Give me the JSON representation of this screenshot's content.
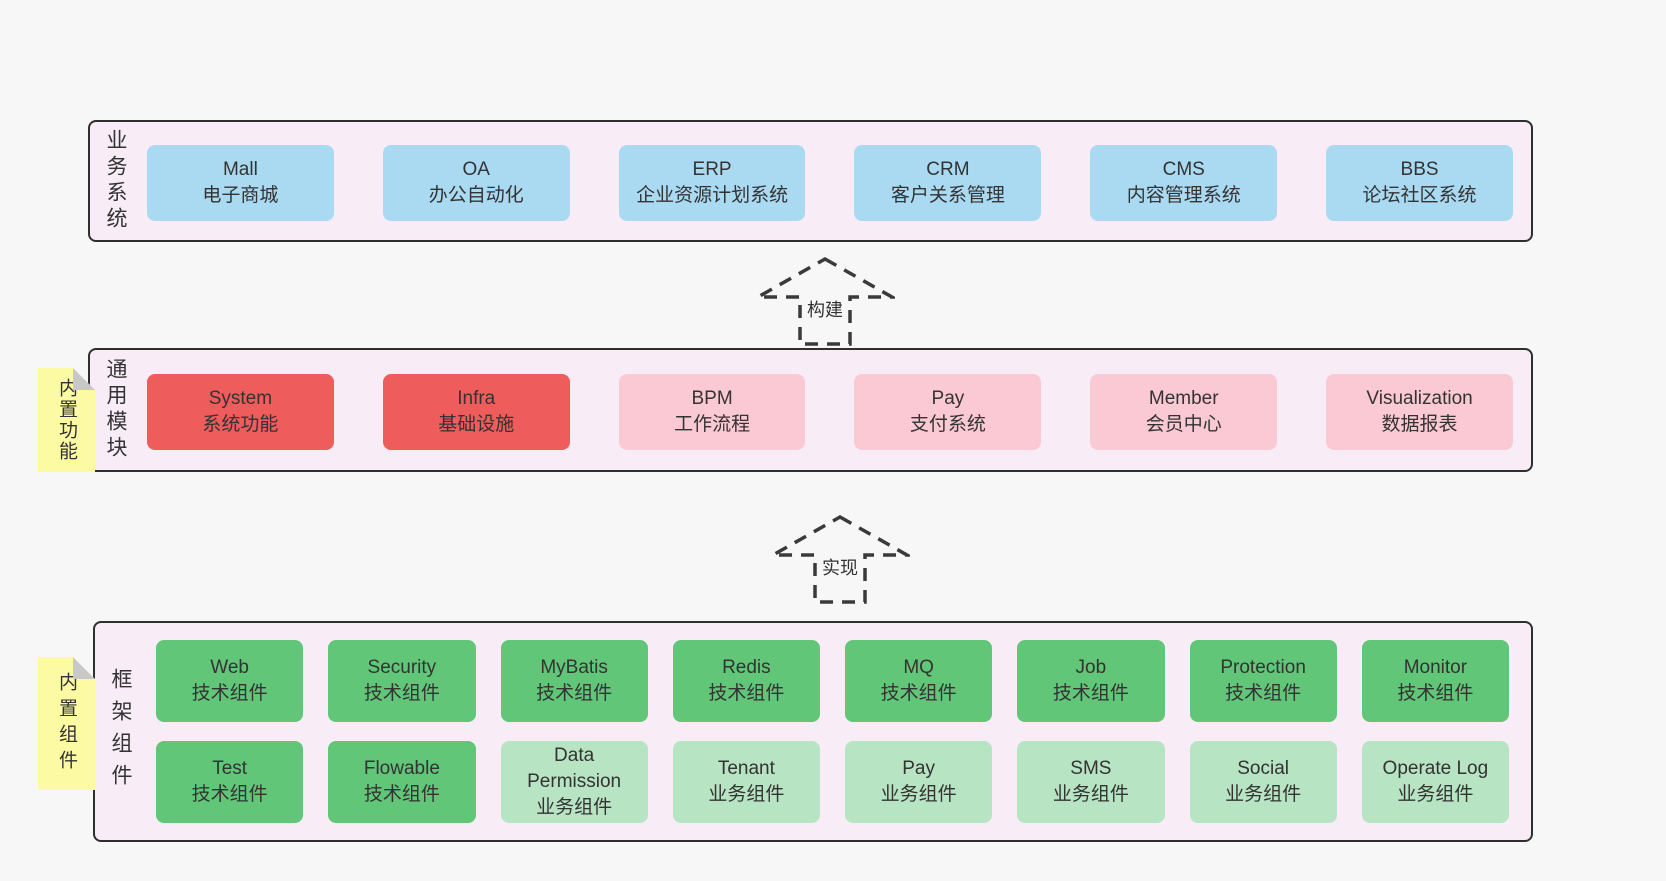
{
  "layers": [
    {
      "label": "业务系统",
      "boxes": [
        {
          "title": "Mall",
          "subtitle": "电子商城"
        },
        {
          "title": "OA",
          "subtitle": "办公自动化"
        },
        {
          "title": "ERP",
          "subtitle": "企业资源计划系统"
        },
        {
          "title": "CRM",
          "subtitle": "客户关系管理"
        },
        {
          "title": "CMS",
          "subtitle": "内容管理系统"
        },
        {
          "title": "BBS",
          "subtitle": "论坛社区系统"
        }
      ]
    },
    {
      "label": "通用模块",
      "note": "内置功能",
      "boxes": [
        {
          "title": "System",
          "subtitle": "系统功能"
        },
        {
          "title": "Infra",
          "subtitle": "基础设施"
        },
        {
          "title": "BPM",
          "subtitle": "工作流程"
        },
        {
          "title": "Pay",
          "subtitle": "支付系统"
        },
        {
          "title": "Member",
          "subtitle": "会员中心"
        },
        {
          "title": "Visualization",
          "subtitle": "数据报表"
        }
      ]
    },
    {
      "label": "框架组件",
      "note": "内置组件",
      "rows": [
        [
          {
            "title": "Web",
            "subtitle": "技术组件"
          },
          {
            "title": "Security",
            "subtitle": "技术组件"
          },
          {
            "title": "MyBatis",
            "subtitle": "技术组件"
          },
          {
            "title": "Redis",
            "subtitle": "技术组件"
          },
          {
            "title": "MQ",
            "subtitle": "技术组件"
          },
          {
            "title": "Job",
            "subtitle": "技术组件"
          },
          {
            "title": "Protection",
            "subtitle": "技术组件"
          },
          {
            "title": "Monitor",
            "subtitle": "技术组件"
          }
        ],
        [
          {
            "title": "Test",
            "subtitle": "技术组件"
          },
          {
            "title": "Flowable",
            "subtitle": "技术组件"
          },
          {
            "title": "Data Permission",
            "subtitle": "业务组件"
          },
          {
            "title": "Tenant",
            "subtitle": "业务组件"
          },
          {
            "title": "Pay",
            "subtitle": "业务组件"
          },
          {
            "title": "SMS",
            "subtitle": "业务组件"
          },
          {
            "title": "Social",
            "subtitle": "业务组件"
          },
          {
            "title": "Operate Log",
            "subtitle": "业务组件"
          }
        ]
      ]
    }
  ],
  "arrows": [
    {
      "label": "构建"
    },
    {
      "label": "实现"
    }
  ],
  "colors": {
    "background": "#f7f7f7",
    "container_fill": "#f8edf7",
    "container_border": "#2f2f2f",
    "blue": "#aadaf2",
    "red": "#ee5c5c",
    "pink": "#fbc9d3",
    "green": "#61c677",
    "light_green": "#b7e4c3",
    "note_yellow": "#fcfaa3",
    "fold_gray": "#c8c8c8"
  }
}
